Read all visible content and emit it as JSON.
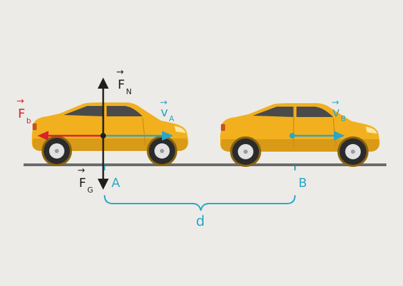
{
  "labels": {
    "normal_force": "F",
    "normal_force_sub": "N",
    "gravity_force": "F",
    "gravity_force_sub": "G",
    "brake_force": "F",
    "brake_force_sub": "b",
    "velocity_a": "v",
    "velocity_a_sub": "A",
    "velocity_b": "v",
    "velocity_b_sub": "B",
    "point_a": "A",
    "point_b": "B",
    "distance": "d"
  },
  "colors": {
    "background": "#ecebe7",
    "car_body": "#f2b01e",
    "car_shade": "#d99a17",
    "window": "#4a4a4a",
    "tire": "#2b2b2b",
    "rim": "#e2e2e2",
    "ground": "#6b6b6b",
    "force_black": "#1e1e1e",
    "brake_red": "#d8232a",
    "velocity_cyan": "#2aa6c6"
  }
}
